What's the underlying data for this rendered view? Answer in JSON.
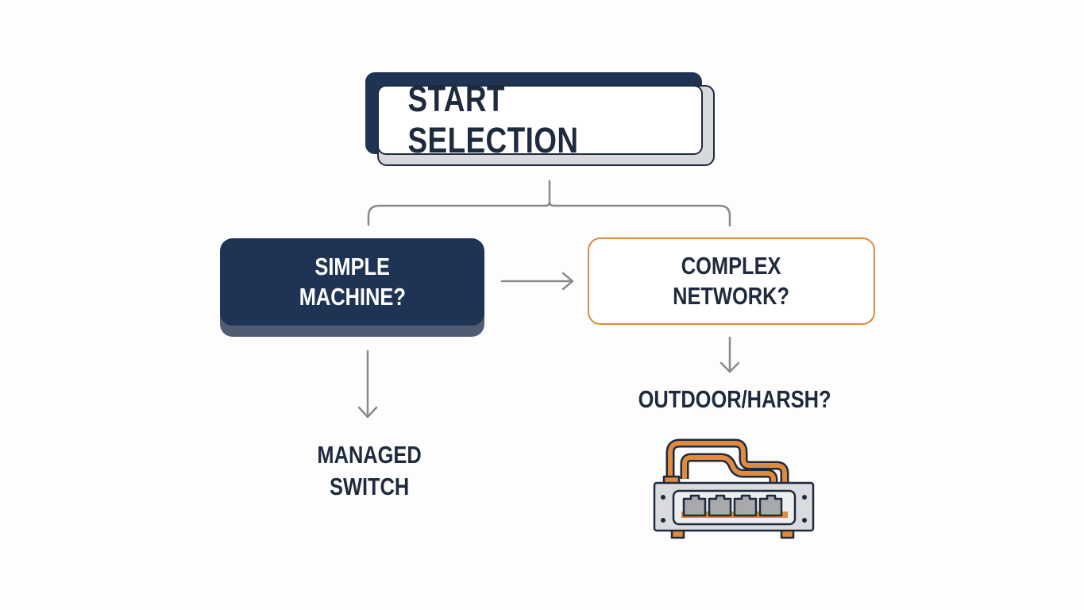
{
  "diagram": {
    "start_node": {
      "label": "START SELECTION"
    },
    "nodes": [
      {
        "id": "simple",
        "lines": [
          "SIMPLE",
          "MACHINE?"
        ],
        "style": "filled-navy"
      },
      {
        "id": "complex",
        "lines": [
          "COMPLEX",
          "NETWORK?"
        ],
        "style": "outlined-orange"
      }
    ],
    "outcomes": [
      {
        "from": "simple",
        "lines": [
          "MANAGED",
          "SWITCH"
        ]
      },
      {
        "from": "complex",
        "lines": [
          "OUTDOOR/HARSH?"
        ],
        "icon": "network-switch-icon"
      }
    ],
    "edges": [
      {
        "from": "start",
        "to": "simple",
        "type": "bracket"
      },
      {
        "from": "start",
        "to": "complex",
        "type": "bracket"
      },
      {
        "from": "simple",
        "to": "complex",
        "type": "arrow"
      },
      {
        "from": "simple",
        "to": "managed-switch",
        "type": "arrow"
      },
      {
        "from": "complex",
        "to": "outdoor-harsh",
        "type": "arrow"
      }
    ],
    "colors": {
      "navy": "#1f3454",
      "text_dark": "#1e2a3d",
      "orange": "#e08a3c",
      "connector_gray": "#8a8a8a",
      "switch_body": "#d9dbde",
      "port_gray": "#a8a9ab"
    }
  }
}
